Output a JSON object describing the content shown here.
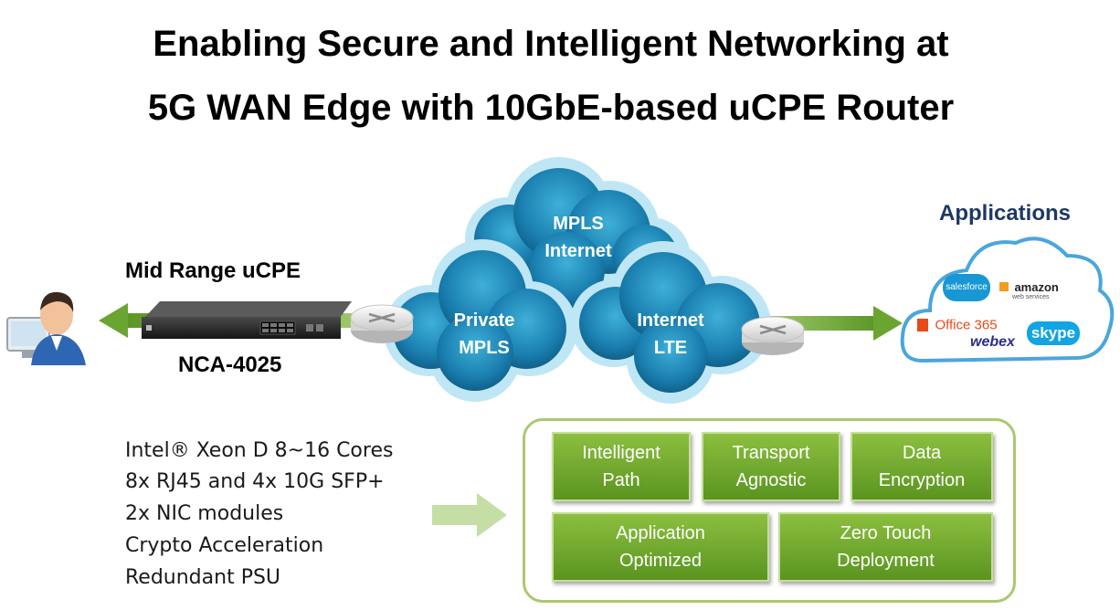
{
  "title": {
    "line1": "Enabling Secure and Intelligent Networking at",
    "line2": "5G WAN Edge with 10GbE-based uCPE Router"
  },
  "device": {
    "heading": "Mid Range uCPE",
    "model": "NCA-4025"
  },
  "clouds": {
    "top": {
      "line1": "MPLS",
      "line2": "Internet"
    },
    "left": {
      "line1": "Private",
      "line2": "MPLS"
    },
    "right": {
      "line1": "Internet",
      "line2": "LTE"
    }
  },
  "applications": {
    "heading": "Applications",
    "logos": {
      "salesforce": "salesforce",
      "amazon": "amazon",
      "amazon_sub": "web services",
      "office": "Office 365",
      "webex": "webex",
      "skype": "skype"
    }
  },
  "specs": [
    "Intel® Xeon D 8~16 Cores",
    "8x RJ45 and 4x 10G SFP+",
    "2x NIC modules",
    "Crypto Acceleration",
    "Redundant PSU"
  ],
  "features": [
    "Intelligent\nPath",
    "Transport\nAgnostic",
    "Data\nEncryption",
    "Application\nOptimized",
    "Zero Touch\nDeployment"
  ],
  "colors": {
    "cloud_blue": "#1e88b8",
    "arrow_green": "#6aa532",
    "feature_green": "#73ab30",
    "applications_blue": "#1f3864"
  }
}
